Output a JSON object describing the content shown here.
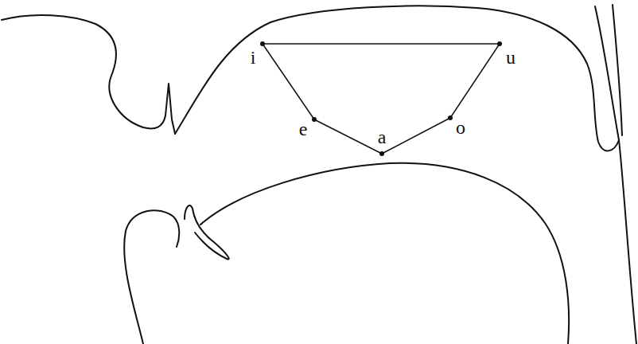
{
  "diagram": {
    "labels": [
      "i",
      "u",
      "e",
      "a",
      "o"
    ]
  }
}
